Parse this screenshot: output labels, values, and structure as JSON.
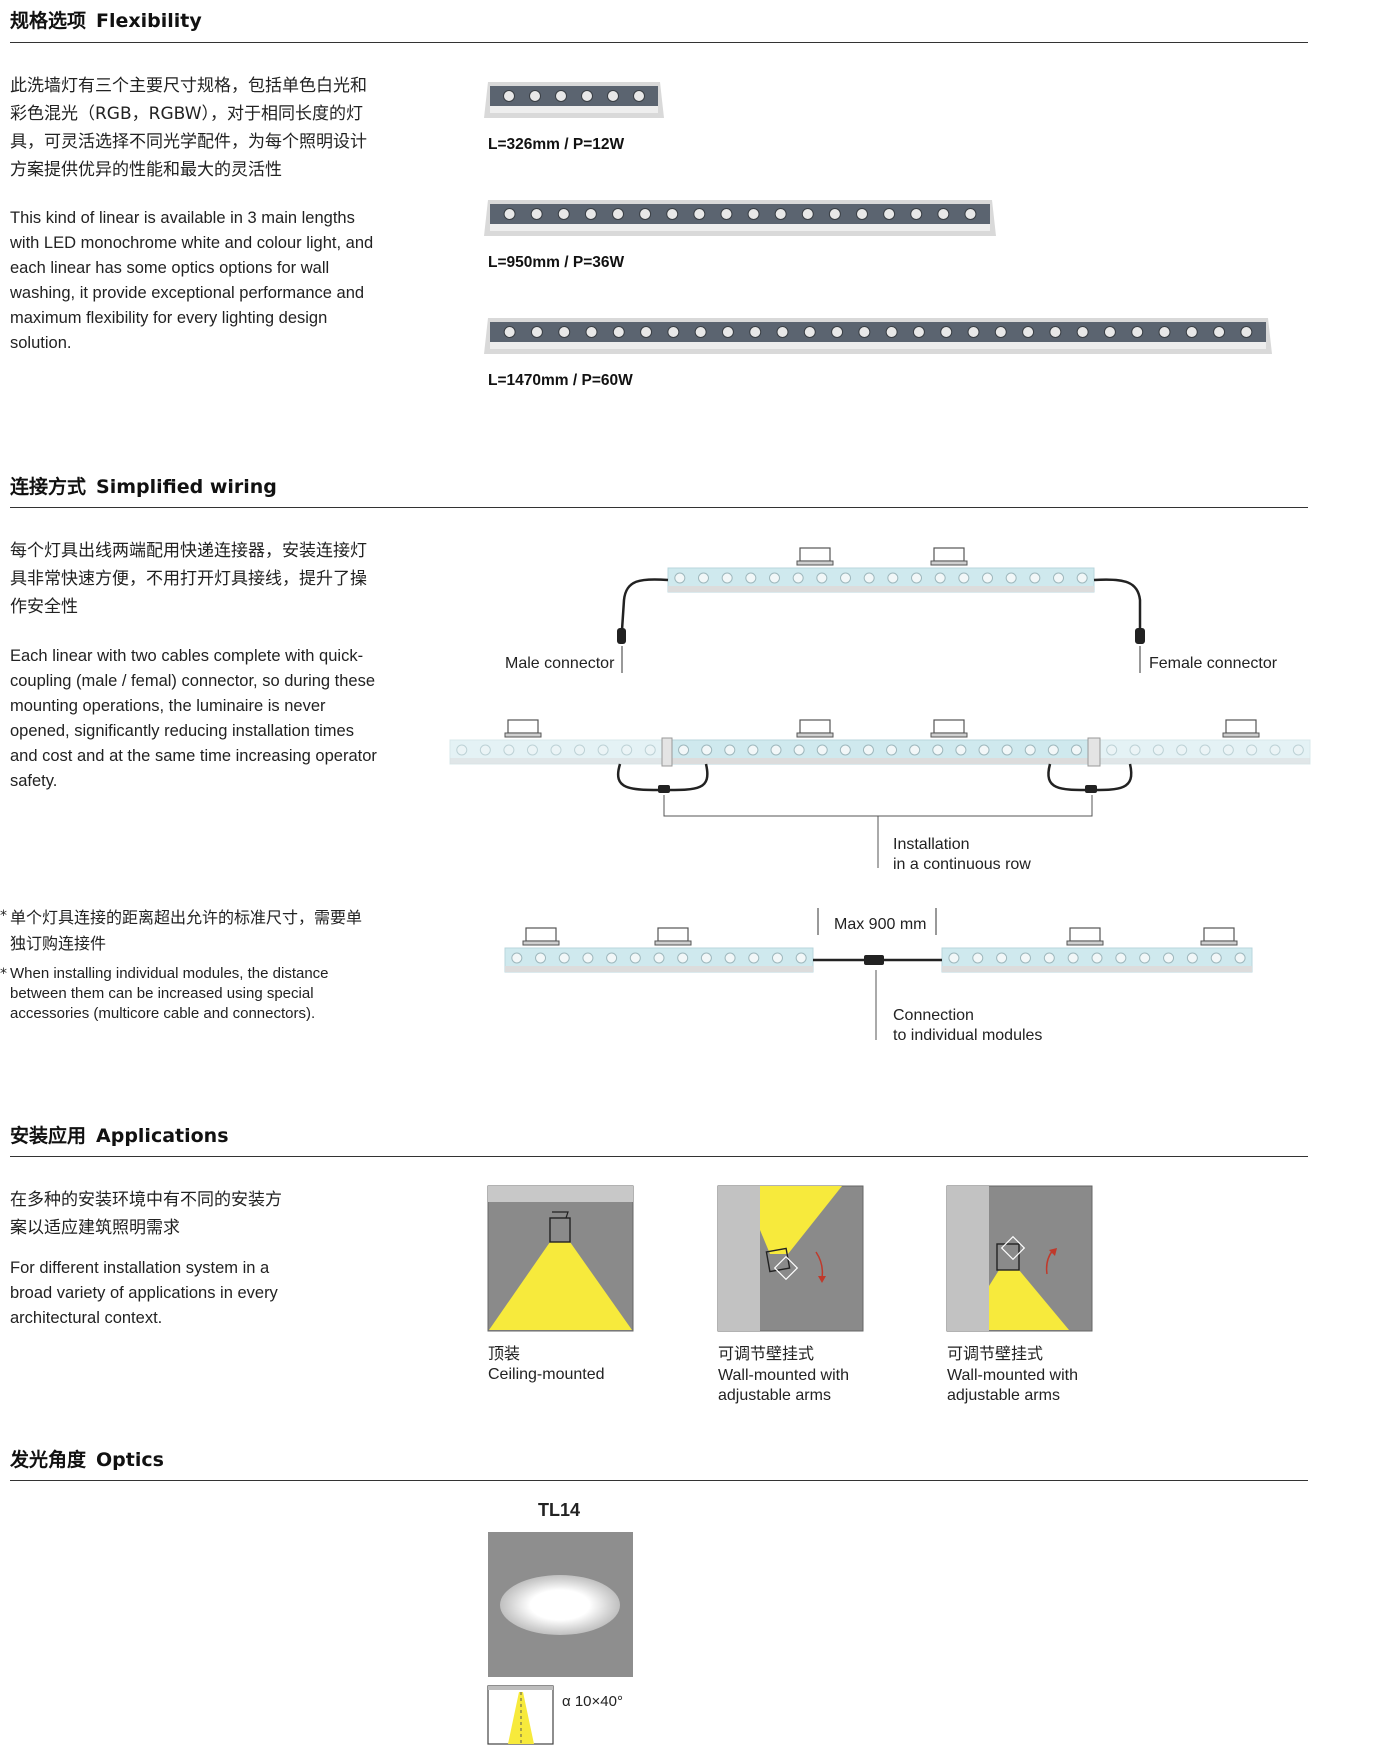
{
  "flexibility": {
    "title_zh": "规格选项",
    "title_en": "Flexibility",
    "desc_zh": "此洗墙灯有三个主要尺寸规格，包括单色白光和彩色混光（RGB，RGBW），对于相同长度的灯具，可灵活选择不同光学配件，为每个照明设计方案提供优异的性能和最大的灵活性",
    "desc_en": "This kind of linear is available in 3 main lengths with LED monochrome white and colour light, and each linear has some optics options for wall washing, it provide exceptional performance and maximum flexibility for every lighting design solution.",
    "sizes": [
      {
        "label": "L=326mm / P=12W",
        "leds": 6
      },
      {
        "label": "L=950mm / P=36W",
        "leds": 18
      },
      {
        "label": "L=1470mm / P=60W",
        "leds": 28
      }
    ]
  },
  "wiring": {
    "title_zh": "连接方式",
    "title_en": "Simplified wiring",
    "desc_zh": "每个灯具出线两端配用快递连接器，安装连接灯具非常快速方便，不用打开灯具接线，提升了操作安全性",
    "desc_en": "Each linear with two cables complete with quick-coupling (male / femal) connector, so during these mounting operations, the luminaire is never opened, significantly reducing installation times and cost and at the same time increasing operator safety.",
    "male_label": "Male connector",
    "female_label": "Female connector",
    "install_label_1": "Installation",
    "install_label_2": "in a continuous row",
    "note_zh": "单个灯具连接的距离超出允许的标准尺寸，需要单独订购连接件",
    "note_en": "When installing individual modules, the distance between them can be increased using special accessories (multicore cable and connectors).",
    "note_star": "*",
    "max_label": "Max 900 mm",
    "conn_label_1": "Connection",
    "conn_label_2": "to individual modules"
  },
  "applications": {
    "title_zh": "安装应用",
    "title_en": "Applications",
    "desc_zh": "在多种的安装环境中有不同的安装方案以适应建筑照明需求",
    "desc_en": "For different installation system in a broad variety of applications in every architectural context.",
    "items": [
      {
        "zh": "顶装",
        "en": "Ceiling-mounted"
      },
      {
        "zh": "可调节壁挂式",
        "en": "Wall-mounted with adjustable arms"
      },
      {
        "zh": "可调节壁挂式",
        "en": "Wall-mounted with adjustable arms"
      }
    ]
  },
  "optics": {
    "title_zh": "发光角度",
    "title_en": "Optics",
    "model": "TL14",
    "angle": "α 10×40°"
  },
  "colors": {
    "bar_dark": "#5b6470",
    "bar_light": "#cfe9ee",
    "beam_yellow": "#f7ea3c",
    "panel_gray": "#8a8a8a",
    "rule": "#333333"
  }
}
